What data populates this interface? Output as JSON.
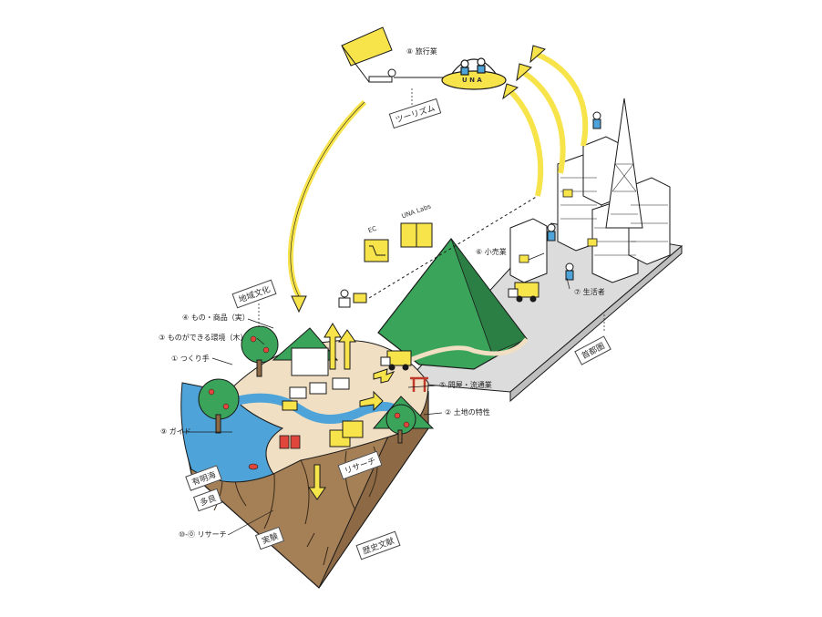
{
  "labels": {
    "travel": "⑧ 旅行業",
    "products": "④ もの・商品（実）",
    "environment": "③ ものができる環境（木）",
    "maker": "① つくり手",
    "guide": "⑨ ガイド",
    "research": "⑩-⓪ リサーチ",
    "wholesale": "⑤ 問屋・流通業",
    "land": "② 土地の特性",
    "retail": "⑥ 小売業",
    "consumer": "⑦ 生活者"
  },
  "handwritten": {
    "tourism": "ツーリズム",
    "regional_culture": "地域文化",
    "capital_area": "首都圏",
    "ariake_sea": "有明海",
    "tara": "多良",
    "research_sign": "リサーチ",
    "field": "実験",
    "archive": "歴史文献"
  },
  "channels": {
    "ec": "EC",
    "labs": "UNA Labs"
  },
  "ufo_text": "U N A",
  "colors": {
    "yellow": "#f7e34a",
    "green": "#3aa55a",
    "dark_green": "#2b7f45",
    "sea": "#4ea4d9",
    "earth": "#a57f55",
    "sand": "#f0dfc2",
    "road": "#dcdcdc",
    "ink": "#1a1a1a"
  }
}
